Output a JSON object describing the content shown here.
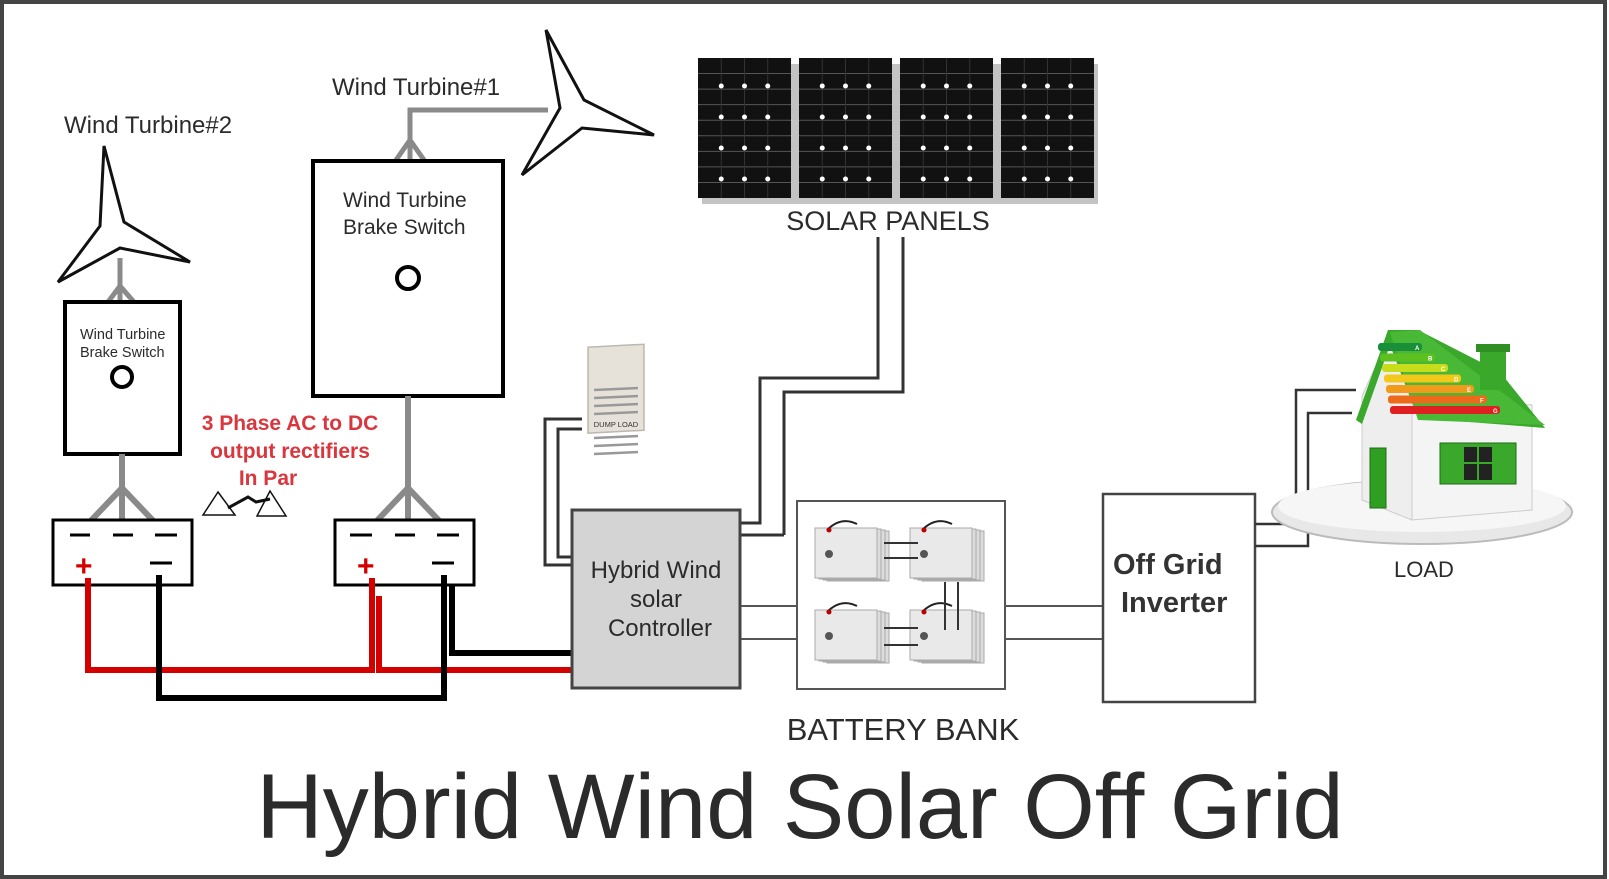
{
  "title": "Hybrid Wind Solar Off Grid",
  "turbines": [
    {
      "label": "Wind Turbine#1",
      "brake_switch_label": [
        "Wind Turbine",
        "Brake Switch"
      ]
    },
    {
      "label": "Wind Turbine#2",
      "brake_switch_label": [
        "Wind Turbine",
        "Brake Switch"
      ]
    }
  ],
  "rectifier_note": [
    "3 Phase AC to DC",
    "output rectifiers",
    "In Par"
  ],
  "rectifier_terminals": {
    "positive": "+",
    "negative": "−"
  },
  "solar_panels": {
    "label": "SOLAR PANELS",
    "panel_count": 4
  },
  "dump_load": {
    "label": "DUMP LOAD"
  },
  "controller": {
    "label": [
      "Hybrid Wind",
      "solar",
      "Controller"
    ]
  },
  "battery_bank": {
    "label": "BATTERY BANK",
    "battery_count": 4
  },
  "inverter": {
    "label": [
      "Off Grid",
      "Inverter"
    ]
  },
  "load": {
    "label": "LOAD",
    "energy_ratings": [
      "A",
      "B",
      "C",
      "D",
      "E",
      "F",
      "G"
    ]
  },
  "colors": {
    "positive_wire": "#d40000",
    "negative_wire": "#000000",
    "ac_wire": "#8a8a8a",
    "note_text": "#d9363e",
    "controller_fill": "#d4d4d4",
    "roof_green": "#3aa82a",
    "frame": "#444444"
  }
}
